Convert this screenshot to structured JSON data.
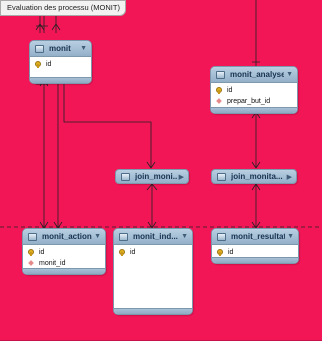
{
  "diagram": {
    "label": "Evaluation des processu (MONIT)",
    "background": "#f21657",
    "tables": [
      {
        "name": "monit",
        "columns": [
          {
            "icon": "key-icon",
            "name": "id"
          }
        ]
      },
      {
        "name": "monit_analyse",
        "columns": [
          {
            "icon": "key-icon",
            "name": "id"
          },
          {
            "icon": "diamond-icon",
            "name": "prepar_but_id"
          }
        ]
      },
      {
        "name": "monit_action",
        "columns": [
          {
            "icon": "key-icon",
            "name": "id"
          },
          {
            "icon": "diamond-icon",
            "name": "monit_id"
          }
        ]
      },
      {
        "name": "monit_ind...",
        "columns": [
          {
            "icon": "key-icon",
            "name": "id"
          }
        ]
      },
      {
        "name": "monit_resultat",
        "columns": [
          {
            "icon": "key-icon",
            "name": "id"
          }
        ]
      }
    ],
    "collapsed_tables": [
      {
        "name": "join_moni..."
      },
      {
        "name": "join_monita..."
      }
    ]
  }
}
